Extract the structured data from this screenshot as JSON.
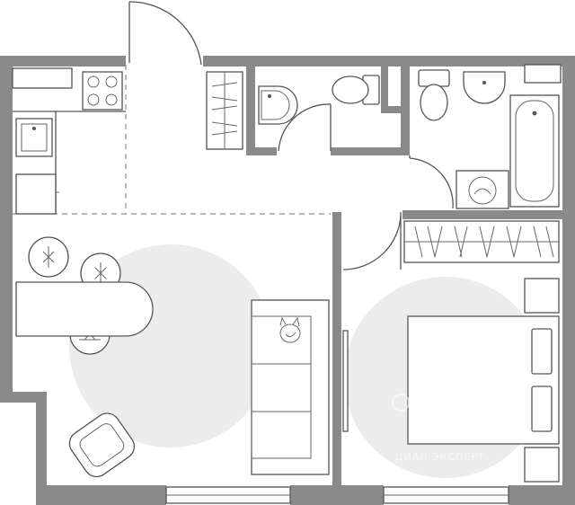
{
  "watermark": {
    "brand": "cian",
    "subline": "ЦИАН ЭКСПЕРТ"
  },
  "colors": {
    "wall": "#8a8a8a",
    "outline": "#555555",
    "zone_fill": "#ececec",
    "background": "#ffffff"
  },
  "rooms": [
    "kitchen-living-room",
    "bedroom",
    "hallway",
    "bathroom",
    "toilet",
    "wardrobe"
  ]
}
